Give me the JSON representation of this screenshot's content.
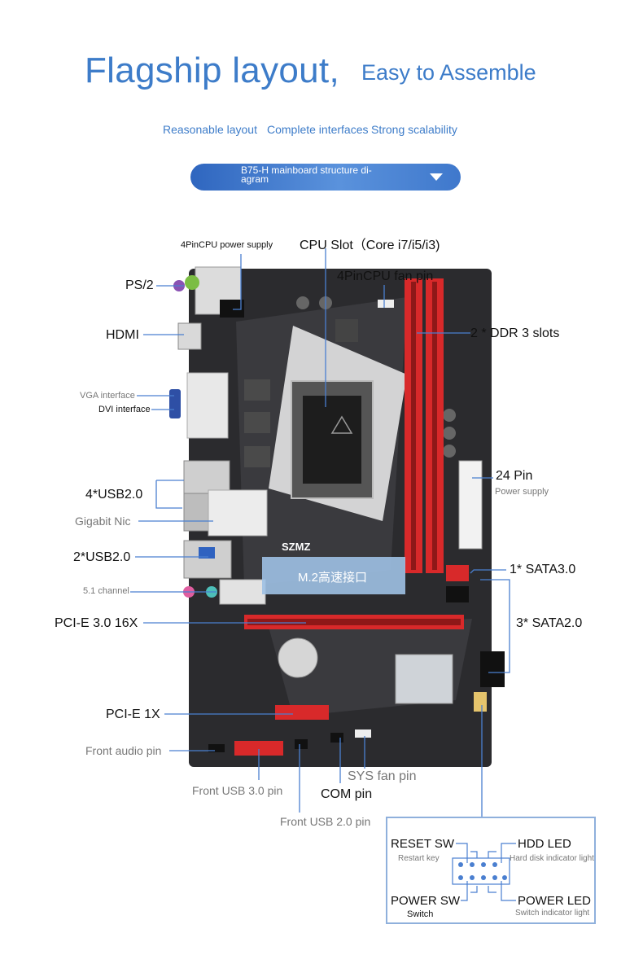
{
  "header": {
    "title": "Flagship layout,",
    "subtitle": "Easy to Assemble",
    "taglines": [
      "Reasonable layout",
      "Complete interfaces",
      "Strong scalability"
    ],
    "banner": "B75-H mainboard structure di- agram"
  },
  "board": {
    "brand": "SZMZ",
    "m2_text": "M.2高速接口"
  },
  "labels": {
    "ps2": "PS/2",
    "cpu_power": "4PinCPU power supply",
    "cpu_slot": "CPU Slot（Core i7/i5/i3)",
    "cpu_fan": "4PinCPU fan pin",
    "hdmi": "HDMI",
    "ddr": "2 * DDR 3 slots",
    "vga": "VGA interface",
    "dvi": "DVI interface",
    "pin24": "24 Pin",
    "pin24_sub": "Power supply",
    "usb4": "4*USB2.0",
    "gigabit": "Gigabit Nic",
    "usb2": "2*USB2.0",
    "sata3": "1* SATA3.0",
    "channel": "5.1 channel",
    "sata2": "3* SATA2.0",
    "pcie16": "PCI-E 3.0 16X",
    "pcie1": "PCI-E 1X",
    "front_audio": "Front audio pin",
    "sys_fan": "SYS fan pin",
    "front_usb3": "Front USB 3.0 pin",
    "com": "COM pin",
    "front_usb2": "Front USB 2.0 pin"
  },
  "pin_diagram": {
    "reset": "RESET SW",
    "reset_sub": "Restart key",
    "hdd": "HDD  LED",
    "hdd_sub": "Hard disk indicator light",
    "power_sw": "POWER SW",
    "power_sw_sub": "Switch",
    "power_led": "POWER LED",
    "power_led_sub": "Switch indicator light"
  },
  "colors": {
    "accent": "#3d7cc9",
    "pcb": "#2b2b2e",
    "slot_red": "#d8292a",
    "leader": "#4a7fd0"
  }
}
